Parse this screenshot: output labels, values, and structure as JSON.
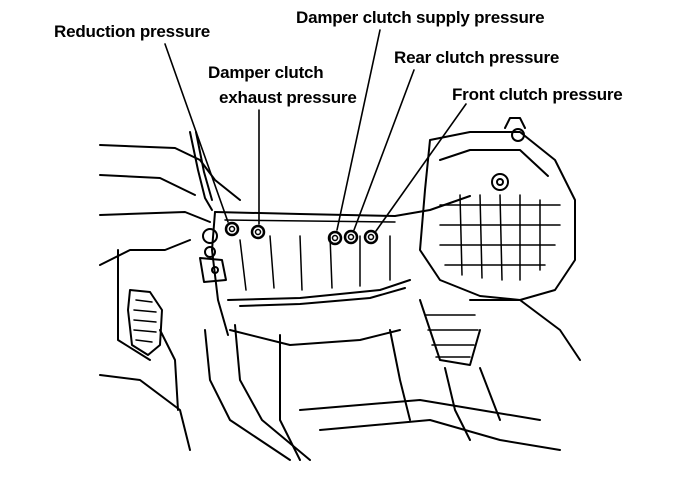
{
  "labels": {
    "reduction": "Reduction pressure",
    "damper_exhaust_line1": "Damper clutch",
    "damper_exhaust_line2": "exhaust pressure",
    "damper_supply": "Damper clutch supply pressure",
    "rear_clutch": "Rear clutch pressure",
    "front_clutch": "Front clutch pressure"
  },
  "colors": {
    "ink": "#000000",
    "paper": "#ffffff"
  }
}
